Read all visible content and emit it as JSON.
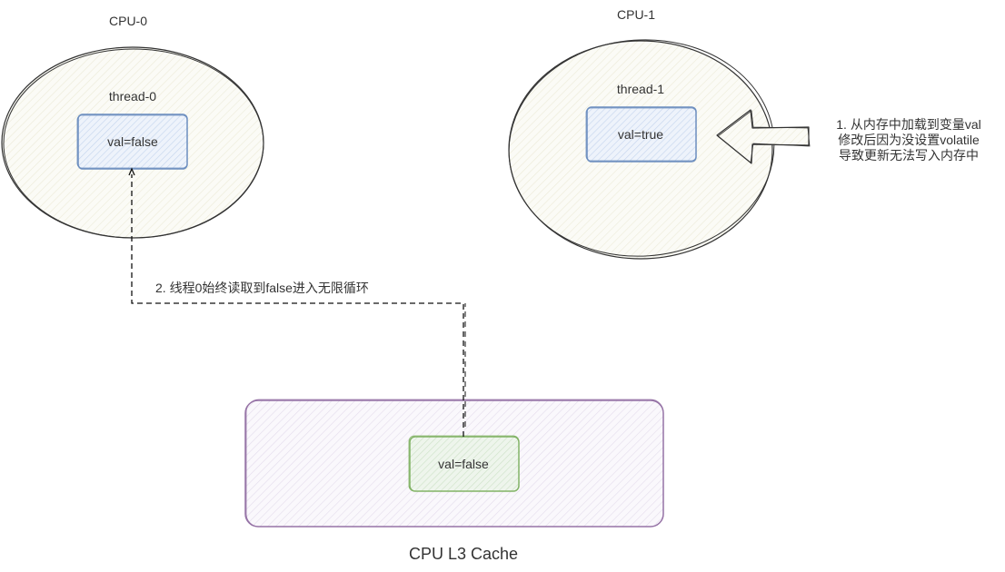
{
  "diagram": {
    "cpu0": {
      "title": "CPU-0",
      "thread": "thread-0",
      "value_box": "val=false"
    },
    "cpu1": {
      "title": "CPU-1",
      "thread": "thread-1",
      "value_box": "val=true"
    },
    "cache": {
      "title": "CPU L3 Cache",
      "value_box": "val=false"
    },
    "annotations": {
      "step1_line1": "1. 从内存中加载到变量val",
      "step1_line2": "修改后因为没设置volatile",
      "step1_line3": "导致更新无法写入内存中",
      "step2": "2. 线程0始终读取到false进入无限循环"
    },
    "colors": {
      "ellipse_fill": "#f7f7ee",
      "ellipse_stroke": "#333333",
      "thread_box_stroke": "#6c8ebf",
      "thread_box_fill": "#dae8fc",
      "cache_stroke": "#9673a6",
      "cache_fill": "#e1d5e7",
      "cache_val_stroke": "#82b366",
      "cache_val_fill": "#d5e8d4"
    }
  }
}
